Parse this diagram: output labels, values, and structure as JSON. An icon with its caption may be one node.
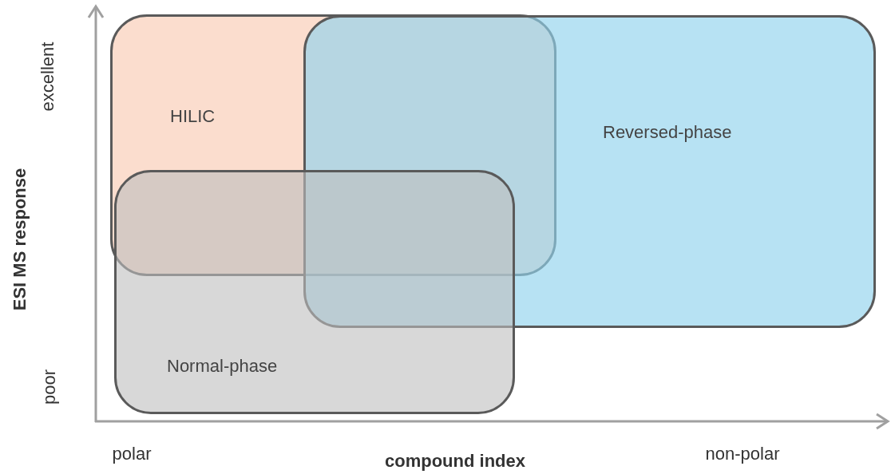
{
  "diagram": {
    "nodes": [
      {
        "text": [
          "HILIC"
        ]
      },
      {
        "text": [
          "Reversed-phase"
        ]
      },
      {
        "text": [
          "Normal-phase"
        ]
      }
    ],
    "labels": [
      "excellent",
      "ESI MS response",
      "poor",
      "polar",
      "compound index",
      "non-polar"
    ]
  }
}
